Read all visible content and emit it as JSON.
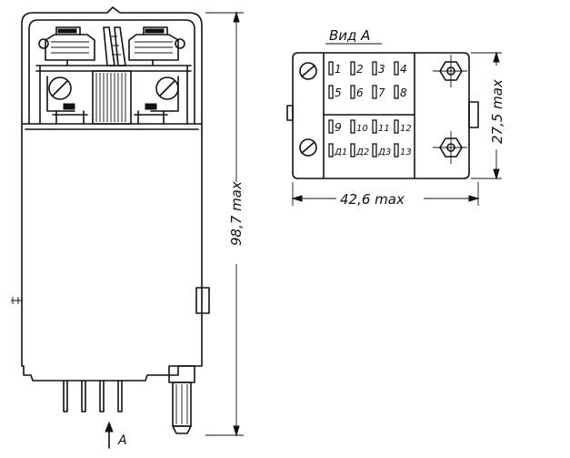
{
  "view_label": "Вид А",
  "arrow_label": "А",
  "dimensions": {
    "height": "98,7 max",
    "width": "42,6 max",
    "depth": "27,5 max"
  },
  "pins": [
    [
      "1",
      "2",
      "3",
      "4"
    ],
    [
      "5",
      "6",
      "7",
      "8"
    ],
    [
      "9",
      "10",
      "11",
      "12"
    ],
    [
      "Д1",
      "Д2",
      "Д3",
      "13"
    ]
  ]
}
